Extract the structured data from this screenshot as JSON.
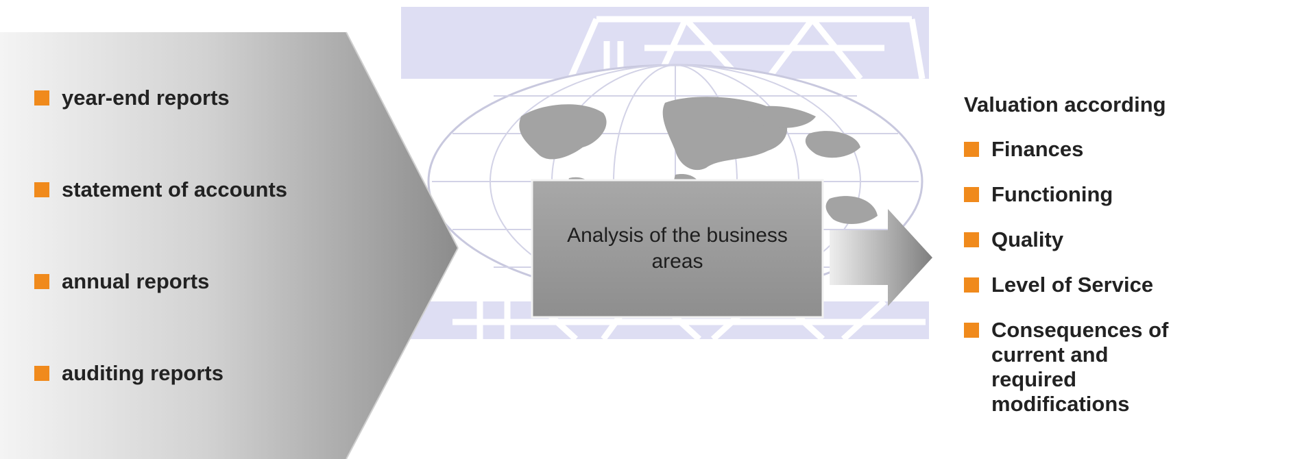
{
  "colors": {
    "bullet": "#f08a1c",
    "text": "#222222",
    "globe_light": "#dcdcf2",
    "globe_line": "#c8c8de",
    "arrow_gray_dark": "#858585",
    "arrow_gray_light": "#eeeeee",
    "center_box": "#9a9a9a"
  },
  "icons": {
    "bullet": "orange-square-bullet",
    "background": "world-globe-with-bridge-structure",
    "arrow": "right-arrow"
  },
  "inputs": {
    "items": [
      "year-end reports",
      "statement of accounts",
      "annual reports",
      "auditing reports"
    ]
  },
  "center": {
    "label": "Analysis of the business areas"
  },
  "valuation": {
    "heading": "Valuation according",
    "items": [
      "Finances",
      "Functioning",
      "Quality",
      "Level of Service",
      "Consequences of current and required modifications"
    ]
  }
}
